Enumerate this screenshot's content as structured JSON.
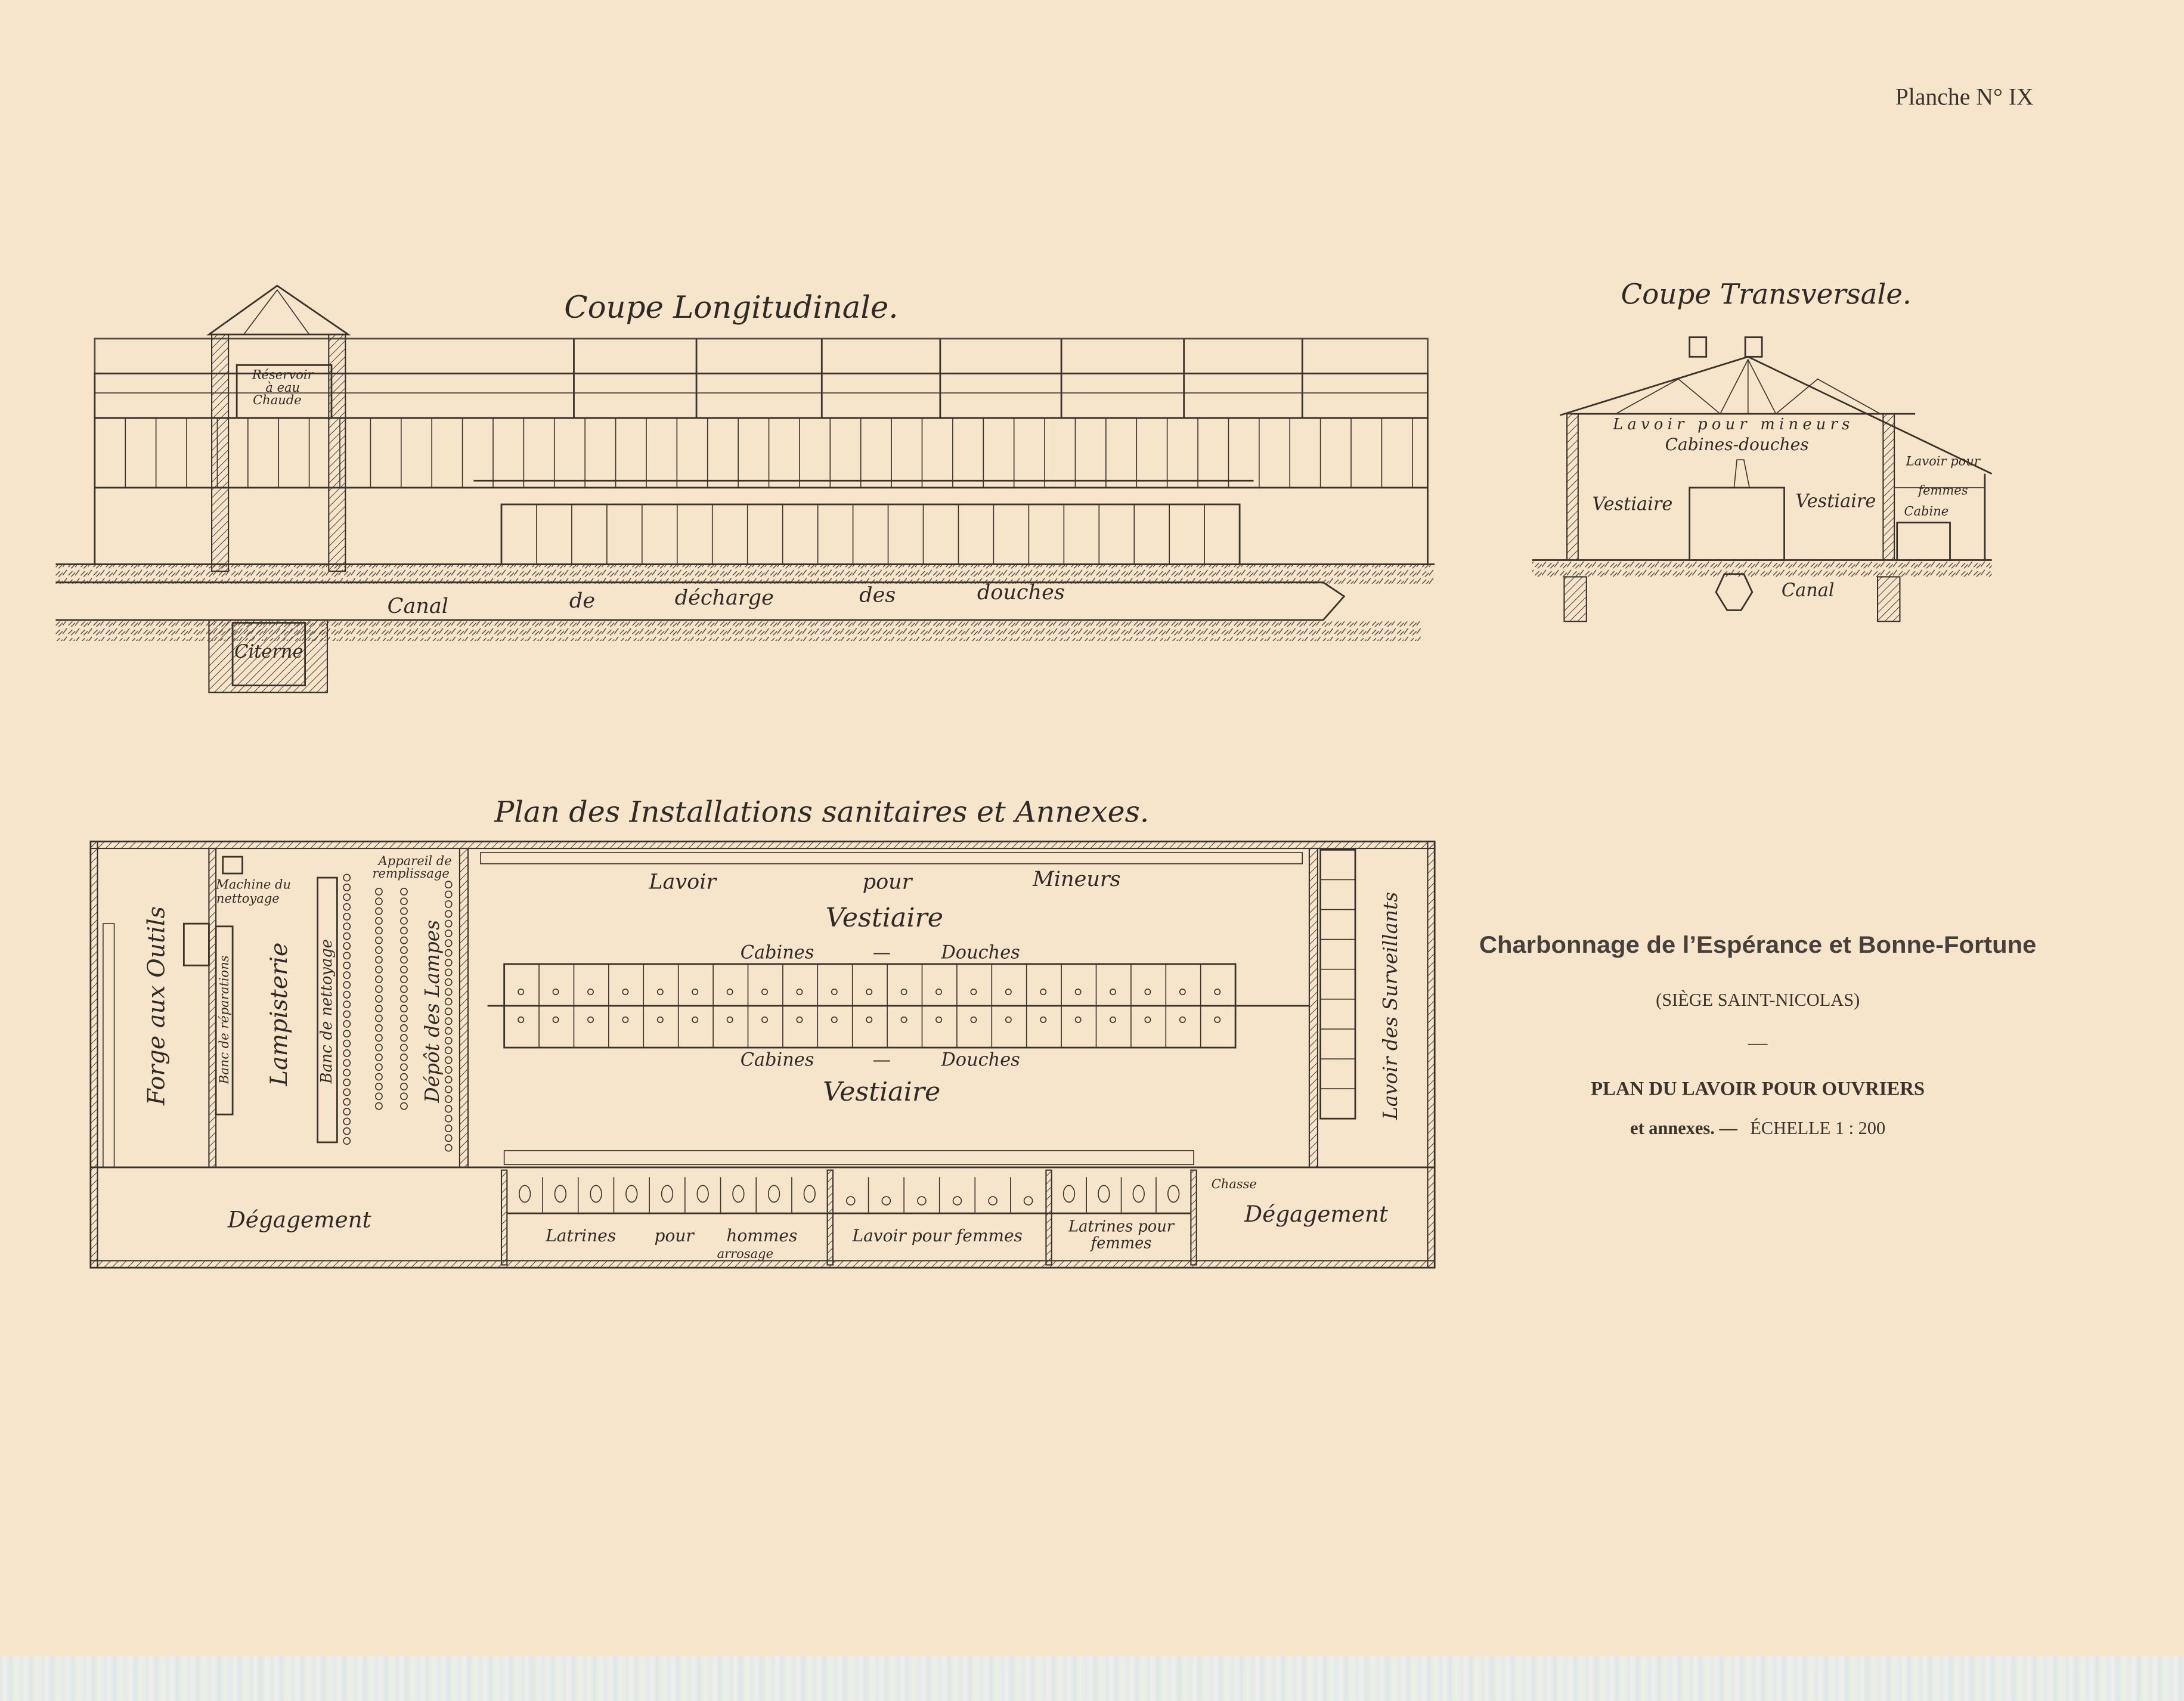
{
  "plate_number": "Planche N° IX",
  "longitudinal": {
    "title": "Coupe Longitudinale.",
    "labels": {
      "reservoir": [
        "Réservoir",
        "à eau",
        "Chaude"
      ],
      "canal": [
        "Canal",
        "de",
        "décharge",
        "des",
        "douches"
      ],
      "citerne": "Citerne"
    }
  },
  "transversal": {
    "title": "Coupe Transversale.",
    "labels": {
      "lavoir_mineurs": "Lavoir pour mineurs",
      "cabines_douches": "Cabines-douches",
      "vestiaire_left": "Vestiaire",
      "vestiaire_right": "Vestiaire",
      "lavoir_femmes": [
        "Lavoir pour",
        "femmes",
        "Cabine"
      ],
      "canal": "Canal"
    }
  },
  "plan": {
    "title": "Plan des Installations sanitaires et Annexes.",
    "labels": {
      "forge": "Forge aux Outils",
      "banc_reparations": "Banc de réparations",
      "machine_nettoyage": [
        "Machine du",
        "nettoyage"
      ],
      "lampisterie": "Lampisterie",
      "banc_nettoyage": "Banc de nettoyage",
      "appareil_remplissage": [
        "Appareil de",
        "remplissage"
      ],
      "depot_lampes": "Dépôt des Lampes",
      "lavoir_mineurs": [
        "Lavoir",
        "pour",
        "Mineurs"
      ],
      "vestiaire_top": "Vestiaire",
      "cabines_douches_top": [
        "Cabines",
        "—",
        "Douches"
      ],
      "cabines_douches_bottom": [
        "Cabines",
        "—",
        "Douches"
      ],
      "vestiaire_bottom": "Vestiaire",
      "lavoir_surveillants": "Lavoir des Surveillants",
      "degagement_left": "Dégagement",
      "latrines_hommes": [
        "Latrines",
        "pour",
        "hommes"
      ],
      "arrosage": "arrosage",
      "lavoir_femmes": "Lavoir pour femmes",
      "latrines_femmes": [
        "Latrines pour",
        "femmes"
      ],
      "chasse": "Chasse",
      "degagement_right": "Dégagement"
    },
    "shower_cabins_per_row": 21,
    "latrines_hommes_count": 9,
    "lavoir_femmes_basins": 6,
    "latrines_femmes_count": 4
  },
  "title_block": {
    "company": "Charbonnage de l’Espérance et Bonne-Fortune",
    "site": "(SIÈGE SAINT-NICOLAS)",
    "separator": "—",
    "heading": "PLAN DU LAVOIR POUR OUVRIERS",
    "subheading": "et annexes. —",
    "scale": "ÉCHELLE 1 : 200"
  },
  "colors": {
    "paper": "#f6e4cb",
    "ink": "#3a332c"
  }
}
